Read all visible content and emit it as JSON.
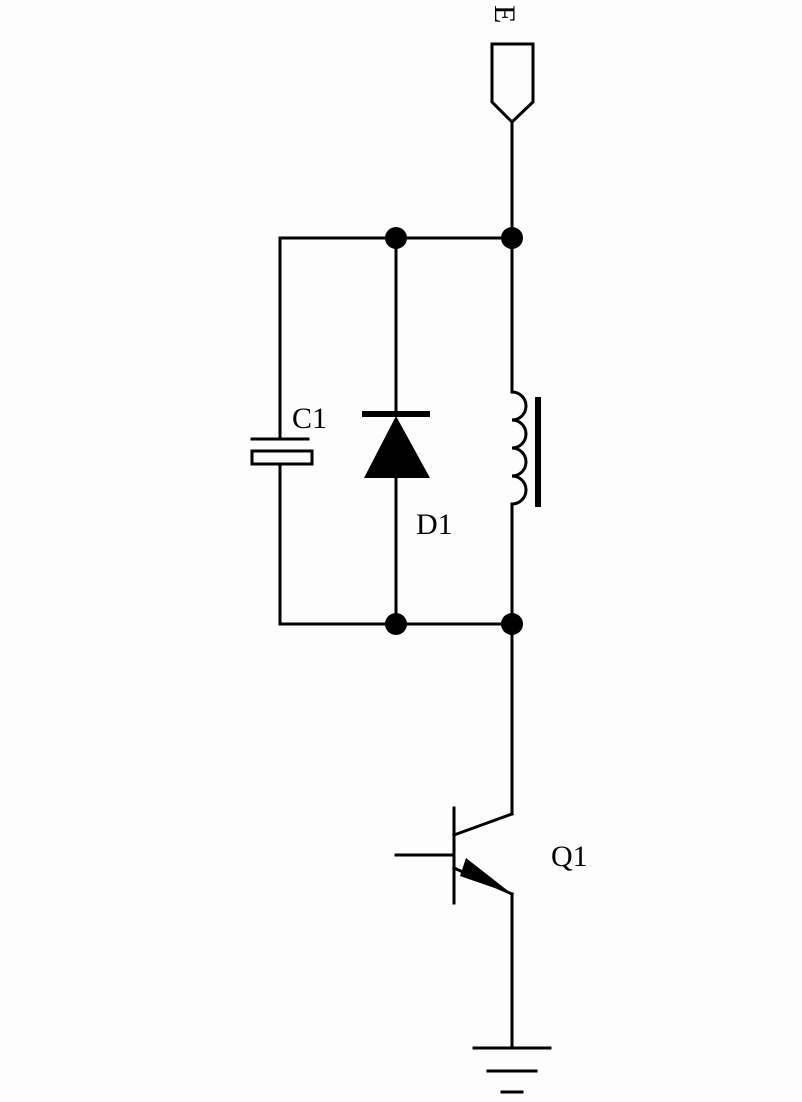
{
  "schematic": {
    "terminal_label": "E",
    "capacitor_label": "C1",
    "diode_label": "D1",
    "transistor_label": "Q1"
  },
  "colors": {
    "background": "#fdfdfe",
    "ink": "#000000"
  }
}
